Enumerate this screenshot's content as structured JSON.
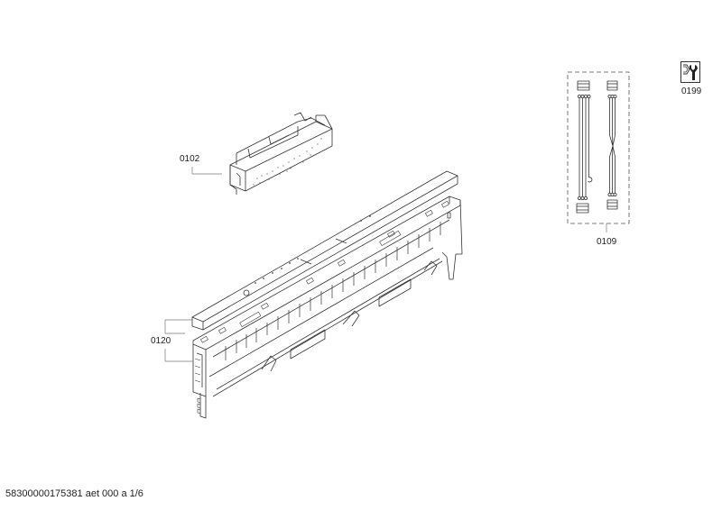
{
  "diagram": {
    "type": "exploded-parts-view",
    "parts": [
      {
        "id": "0102",
        "label": "0102",
        "description": "control module / electronic board"
      },
      {
        "id": "0120",
        "label": "0120",
        "description": "control panel fascia with cover strip"
      },
      {
        "id": "0109",
        "label": "0109",
        "description": "cable harness set (2 cables)"
      },
      {
        "id": "0199",
        "label": "0199",
        "description": "service / tools icon"
      }
    ]
  },
  "footer": {
    "doc_ref": "58300000175381 aet 000 a 1/6"
  },
  "colors": {
    "line": "#333333",
    "leader": "#777777",
    "background": "#ffffff"
  }
}
